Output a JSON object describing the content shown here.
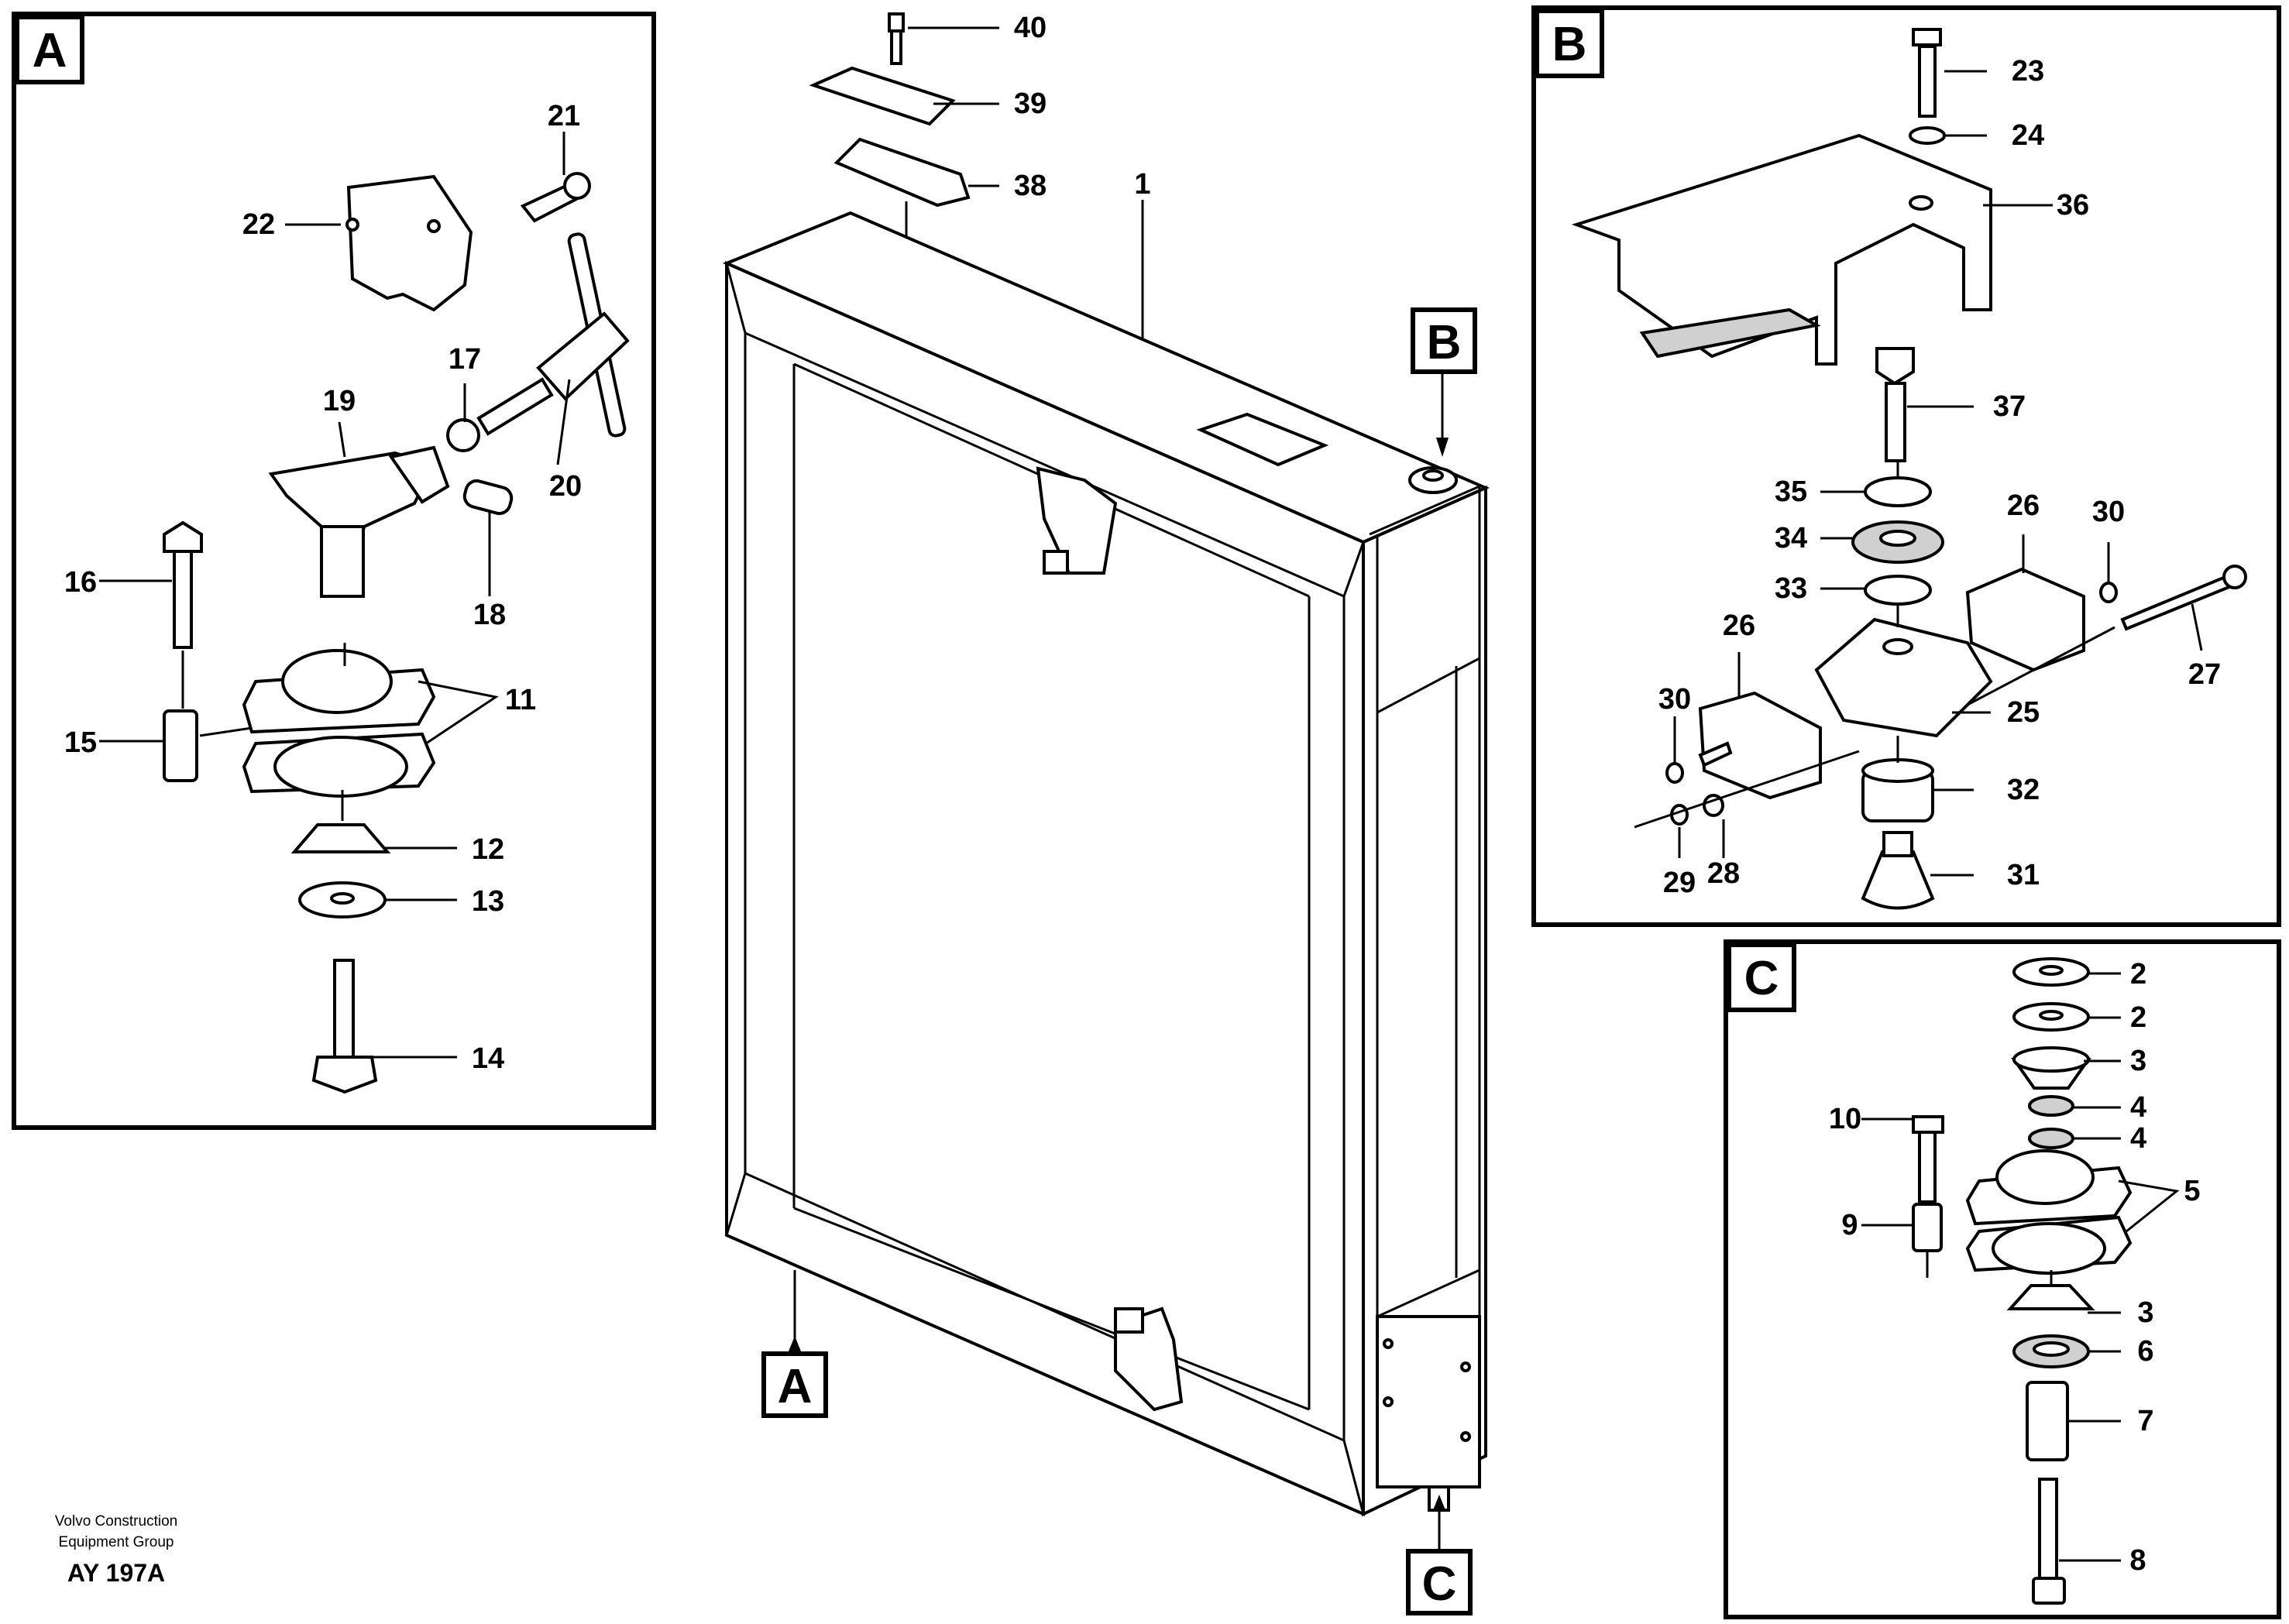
{
  "panels": {
    "a": {
      "label": "A"
    },
    "b": {
      "label": "B"
    },
    "c": {
      "label": "C"
    }
  },
  "pointers": {
    "a": "A",
    "b": "B",
    "c": "C"
  },
  "callouts": {
    "p1": "1",
    "p2a": "2",
    "p2b": "2",
    "p3a": "3",
    "p3b": "3",
    "p4a": "4",
    "p4b": "4",
    "p5": "5",
    "p6": "6",
    "p7": "7",
    "p8": "8",
    "p9": "9",
    "p10": "10",
    "p11": "11",
    "p12": "12",
    "p13": "13",
    "p14": "14",
    "p15": "15",
    "p16": "16",
    "p17": "17",
    "p18": "18",
    "p19": "19",
    "p20": "20",
    "p21": "21",
    "p22": "22",
    "p23": "23",
    "p24": "24",
    "p25": "25",
    "p26a": "26",
    "p26b": "26",
    "p27": "27",
    "p28": "28",
    "p29": "29",
    "p30a": "30",
    "p30b": "30",
    "p31": "31",
    "p32": "32",
    "p33": "33",
    "p34": "34",
    "p35": "35",
    "p36": "36",
    "p37": "37",
    "p38": "38",
    "p39": "39",
    "p40": "40"
  },
  "footer": {
    "company_line1": "Volvo Construction",
    "company_line2": "Equipment Group",
    "drawing_code": "AY 197A"
  }
}
